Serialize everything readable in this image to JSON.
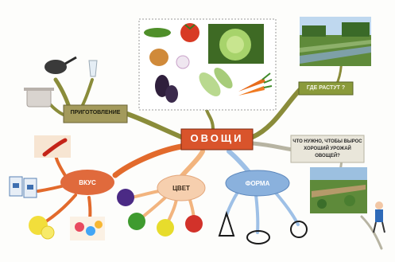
{
  "center": {
    "label": "ОВОЩИ"
  },
  "branches": {
    "cooking": {
      "label": "ПРИГОТОВЛЕНИЕ"
    },
    "where_grow": {
      "label": "ГДЕ РАСТУТ ?"
    },
    "need": {
      "label": "ЧТО НУЖНО, ЧТОБЫ ВЫРОС ХОРОШИЙ УРОЖАЙ ОВОЩЕЙ?"
    },
    "taste": {
      "label": "ВКУС"
    },
    "color": {
      "label": "ЦВЕТ"
    },
    "shape": {
      "label": "ФОРМА"
    }
  },
  "colors": {
    "center_fill": "#d9542b",
    "cooking_fill": "#a39a5c",
    "where_fill": "#8a9a3a",
    "taste_fill": "#e06a3c",
    "color_fill": "#f6cfae",
    "shape_fill": "#8ab1dd",
    "branch_olive": "#8a8c3a",
    "branch_orange": "#e26a2c",
    "branch_peach": "#f2b47e",
    "branch_blue": "#9ec0e6",
    "branch_gray": "#b7b4a2"
  },
  "color_circles": [
    "#4b2a85",
    "#3f9b2f",
    "#e7dc2c",
    "#d2322a"
  ],
  "shape_items": [
    "triangle-icon",
    "ellipse-icon",
    "circle-icon"
  ]
}
